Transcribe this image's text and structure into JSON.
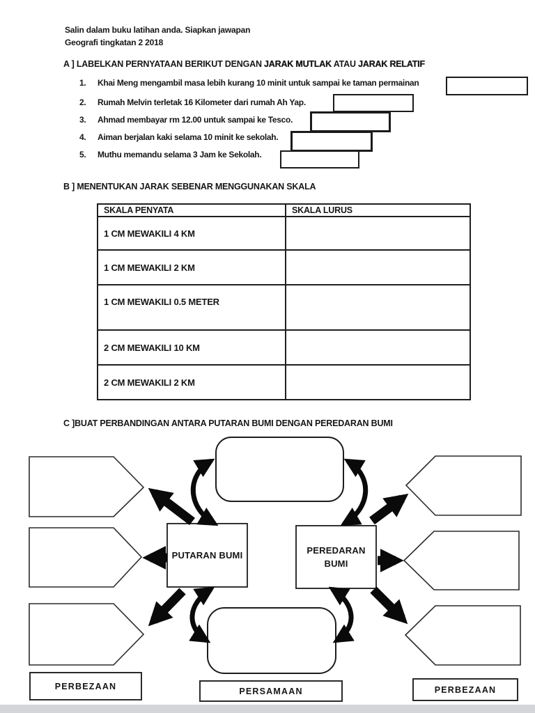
{
  "header": {
    "line1": "Salin dalam buku latihan anda. Siapkan jawapan",
    "line2": "Geografi tingkatan 2 2018"
  },
  "section_a": {
    "heading": {
      "part1": "A ] LABELKAN PERNYATAAN BERIKUT DENGAN ",
      "part2": "JARAK MUTLAK",
      "part3": " ATAU ",
      "part4": "JARAK RELATIF"
    },
    "items": [
      {
        "num": "1.",
        "text": "Khai Meng mengambil masa lebih kurang 10 minit untuk sampai ke taman permainan"
      },
      {
        "num": "2.",
        "text": "Rumah Melvin terletak 16 Kilometer dari rumah Ah Yap."
      },
      {
        "num": "3.",
        "text": "Ahmad membayar rm 12.00 untuk sampai ke Tesco."
      },
      {
        "num": "4.",
        "text": "Aiman berjalan kaki selama 10 minit ke sekolah."
      },
      {
        "num": "5.",
        "text": "Muthu memandu selama 3 Jam ke Sekolah."
      }
    ]
  },
  "section_b": {
    "heading": "B ] MENENTUKAN JARAK SEBENAR MENGGUNAKAN SKALA",
    "table": {
      "col1_header": "SKALA PENYATA",
      "col2_header": "SKALA LURUS",
      "rows": [
        "1 CM MEWAKILI 4 KM",
        "1 CM MEWAKILI 2 KM",
        "1 CM MEWAKILI 0.5 METER",
        "2 CM MEWAKILI 10 KM",
        "2 CM MEWAKILI 2 KM"
      ]
    }
  },
  "section_c": {
    "heading": "C ]BUAT PERBANDINGAN ANTARA PUTARAN BUMI DENGAN PEREDARAN BUMI",
    "diagram": {
      "left_node": "PUTARAN BUMI",
      "right_node_line1": "PEREDARAN",
      "right_node_line2": "BUMI",
      "label_left": "PERBEZAAN",
      "label_center": "PERSAMAAN",
      "label_right": "PERBEZAAN"
    }
  },
  "colors": {
    "ink": "#161616",
    "arrow": "#0a0a0a",
    "page_bg": "#ffffff",
    "footer_bar": "#d3d5d8"
  }
}
